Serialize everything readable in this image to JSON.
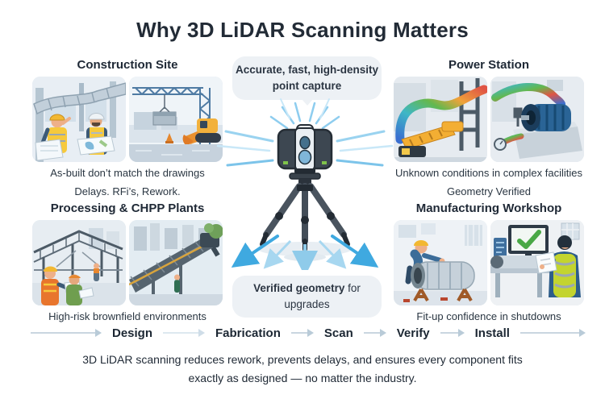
{
  "title": "Why 3D LiDAR Scanning Matters",
  "callouts": {
    "top_line1": "Accurate, fast, high-density",
    "top_line2": "point capture",
    "bottom_bold": "Verified geometry",
    "bottom_regular": "for",
    "bottom_line2": "upgrades"
  },
  "quadrants": {
    "construction": {
      "title": "Construction Site",
      "caption1": "As-built don’t match the drawings",
      "caption2": "Delays. RFi’s, Rework."
    },
    "power": {
      "title": "Power Station",
      "caption1": "Unknown conditions in complex facilities",
      "caption2": "Geometry Verified"
    },
    "processing": {
      "title": "Processing & CHPP Plants",
      "caption1": "High-risk brownfield environments"
    },
    "manufacturing": {
      "title": "Manufacturing Workshop",
      "caption1": "Fit-up confidence in shutdowns"
    }
  },
  "workflow": {
    "steps": [
      "Design",
      "Fabrication",
      "Scan",
      "Verify",
      "Install"
    ]
  },
  "footer": {
    "line1": "3D LiDAR scanning reduces rework, prevents delays, and ensures every component fits",
    "line2": "exactly as designed — no matter the industry."
  },
  "icons": {
    "scanner": "lidar-scanner-on-tripod",
    "rays": "scan-rays",
    "workflow_arrow": "right-arrow",
    "monitor_check": "checkmark"
  },
  "colors": {
    "heading_text": "#222b36",
    "body_text": "#2a3642",
    "bubble_bg": "#edf1f5",
    "scan_blue_strong": "#3fa9e0",
    "scan_blue_light": "#a7d7f0",
    "workflow_arrow": "#c9d6e0",
    "hi_vis_yellow": "#f6c93c",
    "safety_orange": "#e8752d",
    "check_green": "#49a846"
  }
}
